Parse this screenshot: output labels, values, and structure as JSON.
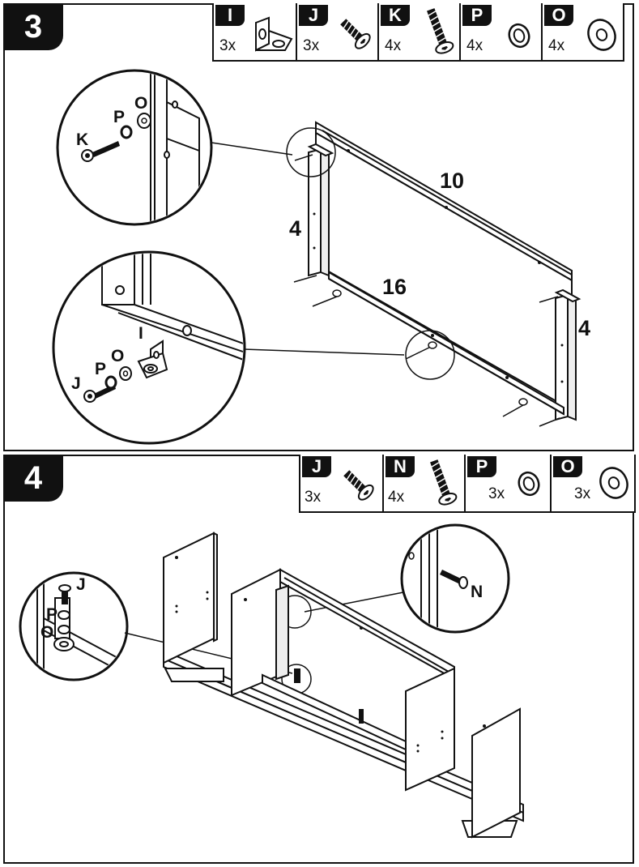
{
  "steps": [
    {
      "number": "3",
      "parts": [
        {
          "letter": "I",
          "qty": "3x",
          "icon": "l-bracket-icon"
        },
        {
          "letter": "J",
          "qty": "3x",
          "icon": "short-bolt-icon"
        },
        {
          "letter": "K",
          "qty": "4x",
          "icon": "long-bolt-icon"
        },
        {
          "letter": "P",
          "qty": "4x",
          "icon": "lock-washer-icon"
        },
        {
          "letter": "O",
          "qty": "4x",
          "icon": "flat-washer-icon"
        }
      ],
      "callouts": {
        "top": {
          "k": "K",
          "p": "P",
          "o": "O"
        },
        "bottom": {
          "i": "I",
          "o": "O",
          "p": "P",
          "j": "J"
        }
      },
      "panel_labels": {
        "left_side": "4",
        "back_panel": "10",
        "bottom_rail": "16",
        "right_side": "4"
      }
    },
    {
      "number": "4",
      "parts": [
        {
          "letter": "J",
          "qty": "3x",
          "icon": "short-bolt-icon"
        },
        {
          "letter": "N",
          "qty": "4x",
          "icon": "long-bolt-icon"
        },
        {
          "letter": "P",
          "qty": "3x",
          "icon": "lock-washer-icon"
        },
        {
          "letter": "O",
          "qty": "3x",
          "icon": "flat-washer-icon"
        }
      ],
      "callouts": {
        "left": {
          "j": "J",
          "p": "P",
          "o": "O"
        },
        "right": {
          "n": "N"
        }
      }
    }
  ]
}
